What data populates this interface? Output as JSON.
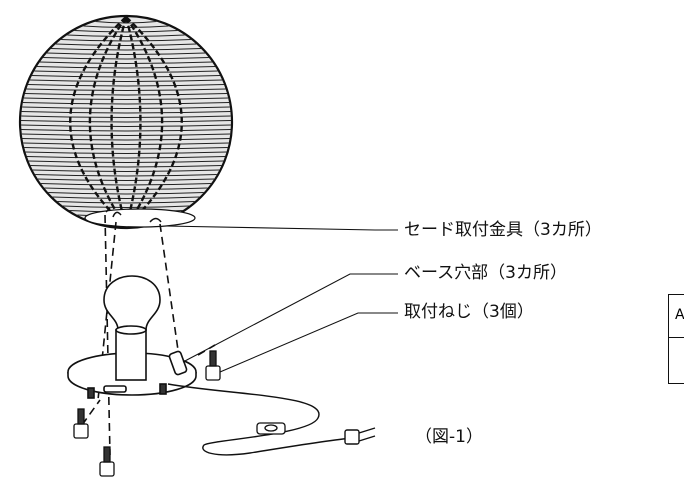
{
  "callouts": {
    "shade_bracket": "セード取付金具（3カ所）",
    "base_hole": "ベース穴部（3カ所）",
    "mount_screw": "取付ねじ（3個）"
  },
  "figure_caption": "（図-1）",
  "box_fragment_text": "A"
}
